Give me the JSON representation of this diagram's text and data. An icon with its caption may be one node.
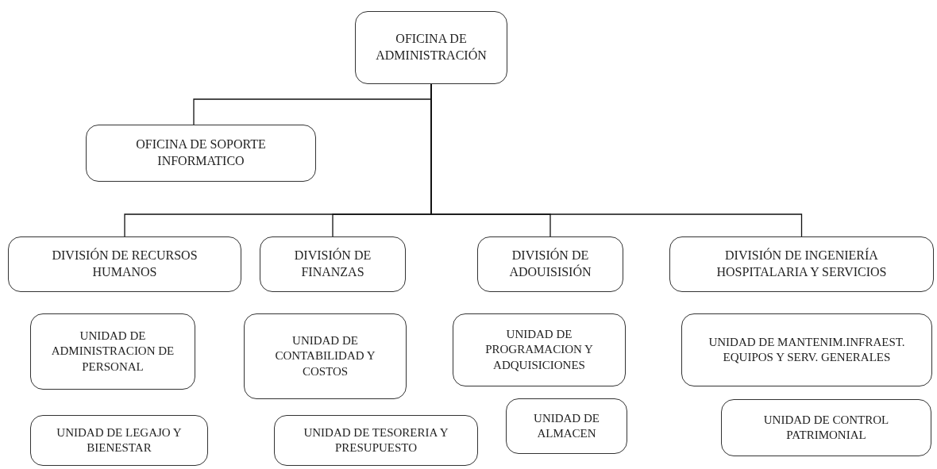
{
  "diagram": {
    "nodes": [
      {
        "text": [
          "OFICINA DE ADMINISTRACIÓN"
        ]
      },
      {
        "text": [
          "OFICINA DE SOPORTE INFORMATICO"
        ]
      },
      {
        "text": [
          "DIVISIÓN DE RECURSOS HUMANOS"
        ]
      },
      {
        "text": [
          "DIVISIÓN DE FINANZAS"
        ]
      },
      {
        "text": [
          "DIVISIÓN DE ADOUISISIÓN"
        ]
      },
      {
        "text": [
          "DIVISIÓN DE INGENIERÍA HOSPITALARIA Y SERVICIOS"
        ]
      },
      {
        "text": [
          "UNIDAD DE ADMINISTRACION DE PERSONAL"
        ]
      },
      {
        "text": [
          "UNIDAD DE CONTABILIDAD Y COSTOS"
        ]
      },
      {
        "text": [
          "UNIDAD DE PROGRAMACION Y ADQUISICIONES"
        ]
      },
      {
        "text": [
          "UNIDAD DE MANTENIM.INFRAEST. EQUIPOS Y SERV. GENERALES"
        ]
      },
      {
        "text": [
          "UNIDAD DE LEGAJO Y BIENESTAR"
        ]
      },
      {
        "text": [
          "UNIDAD DE TESORERIA Y PRESUPUESTO"
        ]
      },
      {
        "text": [
          "UNIDAD DE ALMACEN"
        ]
      },
      {
        "text": [
          "UNIDAD DE CONTROL PATRIMONIAL"
        ]
      }
    ],
    "edges": [
      {
        "from": 0,
        "to": 1,
        "arrow": "none"
      },
      {
        "from": 0,
        "to": 2,
        "arrow": "none"
      },
      {
        "from": 0,
        "to": 3,
        "arrow": "none"
      },
      {
        "from": 0,
        "to": 4,
        "arrow": "none"
      },
      {
        "from": 0,
        "to": 5,
        "arrow": "none"
      }
    ]
  }
}
